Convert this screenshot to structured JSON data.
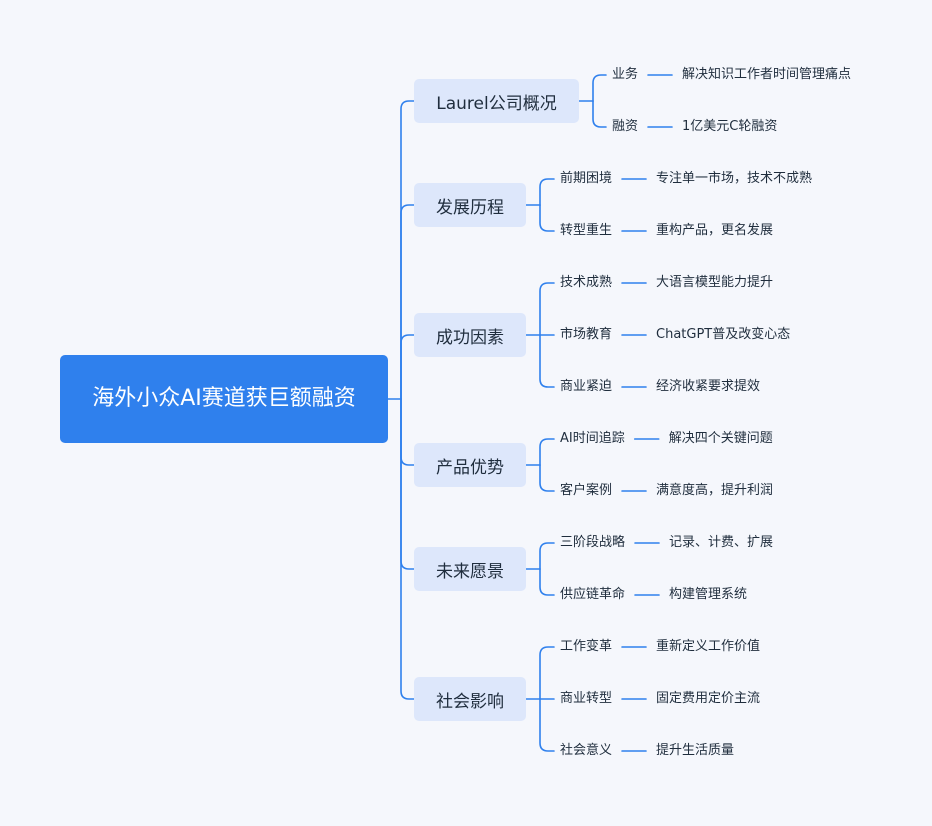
{
  "root": {
    "title": "海外小众AI赛道获巨额融资"
  },
  "colors": {
    "root": "#2f80ed",
    "topic_bg": "#dde7fb",
    "line": "#2f80ed",
    "background": "#f5f7fc"
  },
  "topics": [
    {
      "label": "Laurel公司概况",
      "children": [
        {
          "label": "业务",
          "detail": "解决知识工作者时间管理痛点"
        },
        {
          "label": "融资",
          "detail": "1亿美元C轮融资"
        }
      ]
    },
    {
      "label": "发展历程",
      "children": [
        {
          "label": "前期困境",
          "detail": "专注单一市场，技术不成熟"
        },
        {
          "label": "转型重生",
          "detail": "重构产品，更名发展"
        }
      ]
    },
    {
      "label": "成功因素",
      "children": [
        {
          "label": "技术成熟",
          "detail": "大语言模型能力提升"
        },
        {
          "label": "市场教育",
          "detail": "ChatGPT普及改变心态"
        },
        {
          "label": "商业紧迫",
          "detail": "经济收紧要求提效"
        }
      ]
    },
    {
      "label": "产品优势",
      "children": [
        {
          "label": "AI时间追踪",
          "detail": "解决四个关键问题"
        },
        {
          "label": "客户案例",
          "detail": "满意度高，提升利润"
        }
      ]
    },
    {
      "label": "未来愿景",
      "children": [
        {
          "label": "三阶段战略",
          "detail": "记录、计费、扩展"
        },
        {
          "label": "供应链革命",
          "detail": "构建管理系统"
        }
      ]
    },
    {
      "label": "社会影响",
      "children": [
        {
          "label": "工作变革",
          "detail": "重新定义工作价值"
        },
        {
          "label": "商业转型",
          "detail": "固定费用定价主流"
        },
        {
          "label": "社会意义",
          "detail": "提升生活质量"
        }
      ]
    }
  ]
}
